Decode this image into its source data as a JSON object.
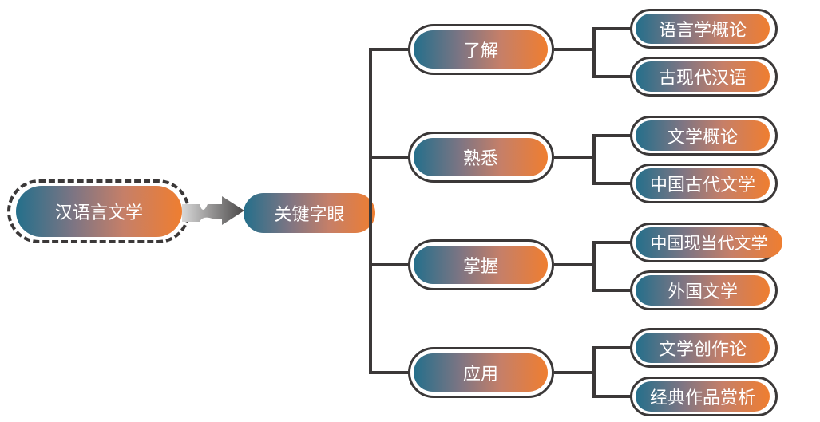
{
  "root": {
    "label": "汉语言文学"
  },
  "center": {
    "label": "关键字眼"
  },
  "branches": [
    {
      "label": "了解",
      "children": [
        "语言学概论",
        "古现代汉语"
      ]
    },
    {
      "label": "熟悉",
      "children": [
        "文学概论",
        "中国古代文学"
      ]
    },
    {
      "label": "掌握",
      "children": [
        "中国现当代文学",
        "外国文学"
      ]
    },
    {
      "label": "应用",
      "children": [
        "文学创作论",
        "经典作品赏析"
      ]
    }
  ],
  "colors": {
    "gradient_start": "#246f8b",
    "gradient_end": "#ef7e30",
    "line": "#3b3838"
  }
}
